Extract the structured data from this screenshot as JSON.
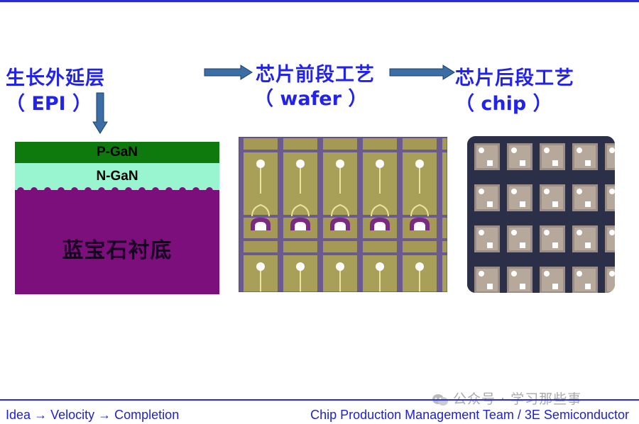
{
  "stages": [
    {
      "title": "生长外延层",
      "subtitle": "（ EPI ）"
    },
    {
      "title": "芯片前段工艺",
      "subtitle": "（ wafer ）"
    },
    {
      "title": "芯片后段工艺",
      "subtitle": "（ chip ）"
    }
  ],
  "epi_layers": {
    "p_layer": "P-GaN",
    "n_layer": "N-GaN",
    "substrate": "蓝宝石衬底"
  },
  "colors": {
    "title_blue": "#2222ee",
    "arrow_blue": "#3a6ea5",
    "p_gan": "#0e7a0e",
    "n_gan": "#99f5d0",
    "substrate": "#7d0f7d",
    "footer_blue": "#1f1fd0"
  },
  "watermark": {
    "icon": "wechat-icon",
    "text": "公众号 · 学习那些事"
  },
  "footer": {
    "left_part1": "Idea",
    "left_part2": "Velocity",
    "left_part3": "Completion",
    "arrow_glyph": "→",
    "right": "Chip Production Management Team / 3E Semiconductor"
  }
}
